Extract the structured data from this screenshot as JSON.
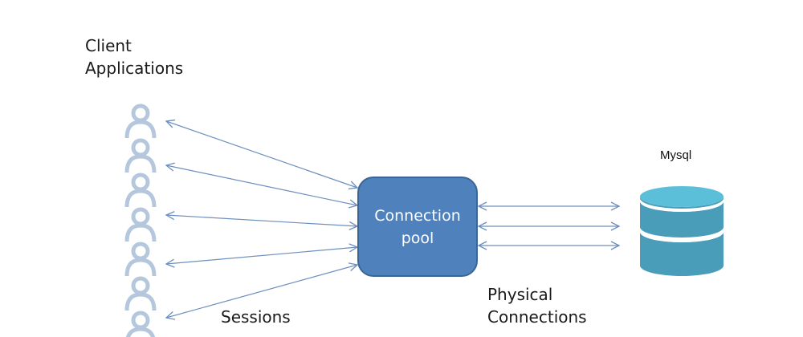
{
  "diagram": {
    "client_label": [
      "Client",
      "Applications"
    ],
    "sessions_label": "Sessions",
    "pool_label": [
      "Connection",
      "pool"
    ],
    "physical_label": [
      "Physical",
      "Connections"
    ],
    "database_label": "Mysql"
  },
  "colors": {
    "client_icon": "#b4c7dc",
    "arrow": "#6d8fbd",
    "pool_fill": "#4f81bd",
    "pool_border": "#3a6595",
    "db_top": "#5bbfd9",
    "db_body": "#4a9db8"
  },
  "icons": [
    "person-icon",
    "database-icon"
  ]
}
